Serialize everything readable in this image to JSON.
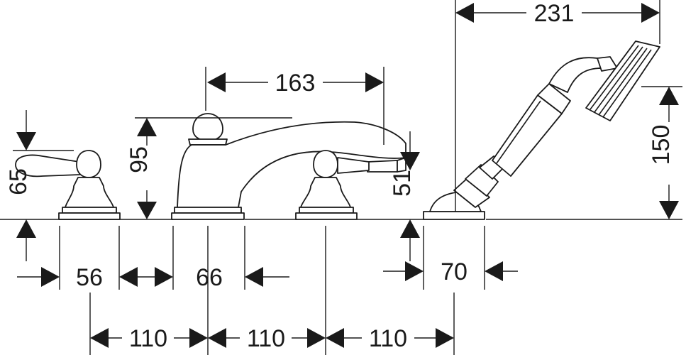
{
  "dimensions": {
    "width_231": "231",
    "width_163": "163",
    "height_95": "95",
    "height_65": "65",
    "height_51": "51",
    "height_150": "150",
    "base_56": "56",
    "base_66": "66",
    "base_70": "70",
    "spacing_110_a": "110",
    "spacing_110_b": "110",
    "spacing_110_c": "110"
  },
  "colors": {
    "ink": "#1a1a1a",
    "paper": "#ffffff"
  }
}
